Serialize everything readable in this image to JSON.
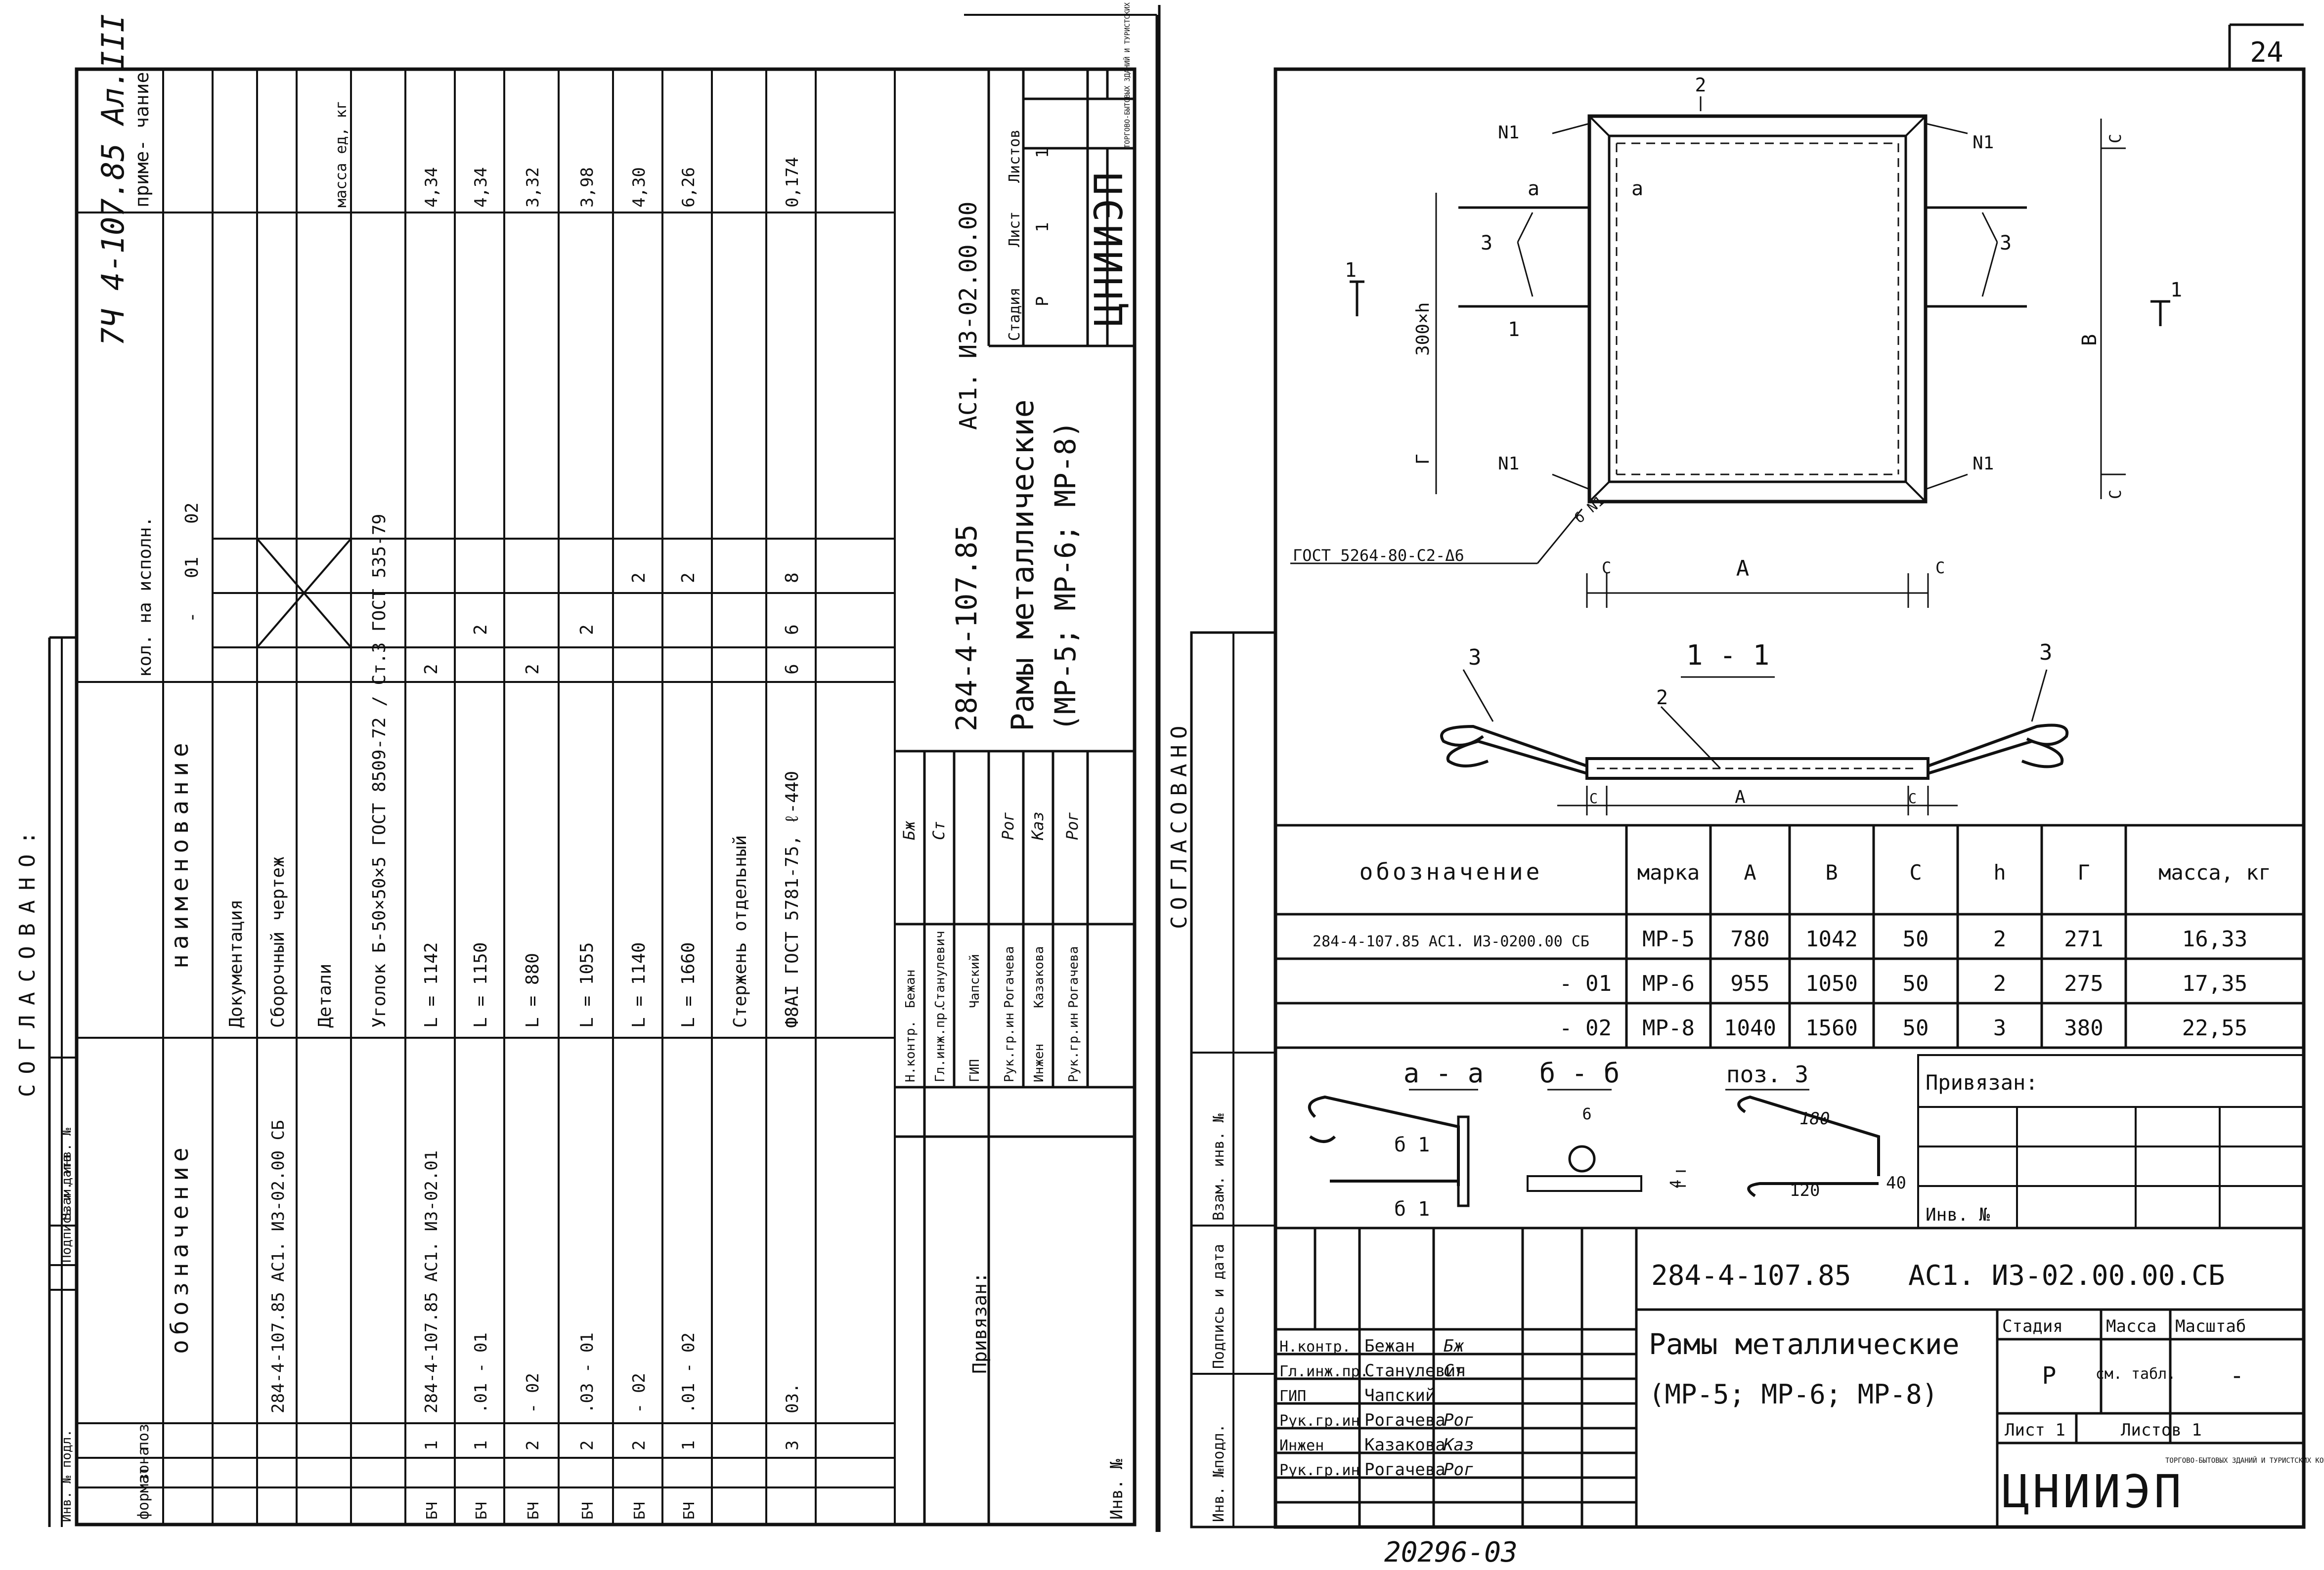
{
  "left_sheet": {
    "stamp_vertical": "7Ч 4-107.85 Ал.III",
    "approval_label": "СОГЛАСОВАНО:",
    "side_columns": [
      "Инв. № подл.",
      "Подпись и дата",
      "Взам. инв. №"
    ],
    "spec_headers": {
      "format": "формат",
      "zone": "зона",
      "pos": "поз",
      "designation": "обозначение",
      "name": "наименование",
      "qty_label": "кол. на исполн.",
      "variants": [
        "-",
        "01",
        "02"
      ],
      "note": "приме- чание",
      "mass_unit": "масса ед, кг"
    },
    "spec_rows": [
      {
        "format": "",
        "pos": "",
        "designation": "",
        "name": "Документация",
        "q0": "",
        "q1": "",
        "q2": "",
        "mass": ""
      },
      {
        "format": "",
        "pos": "",
        "designation": "284-4-107.85 АС1. ИЗ-02.00 СБ",
        "name": "Сборочный чертеж",
        "q0": "",
        "q1": "",
        "q2": "",
        "mass": ""
      },
      {
        "format": "",
        "pos": "",
        "designation": "",
        "name": "Детали",
        "q0": "",
        "q1": "",
        "q2": "",
        "mass": ""
      },
      {
        "format": "",
        "pos": "",
        "designation": "",
        "name": "Уголок Б-50×50×5 ГОСТ 8509-72 / Ст.3 ГОСТ 535-79",
        "q0": "",
        "q1": "",
        "q2": "",
        "mass": ""
      },
      {
        "format": "БЧ",
        "pos": "1",
        "designation": "284-4-107.85 АС1. ИЗ-02.01",
        "name": "L = 1142",
        "q0": "2",
        "q1": "",
        "q2": "",
        "mass": "4,34"
      },
      {
        "format": "БЧ",
        "pos": "1",
        "designation": ".01 - 01",
        "name": "L = 1150",
        "q0": "",
        "q1": "2",
        "q2": "",
        "mass": "4,34"
      },
      {
        "format": "БЧ",
        "pos": "2",
        "designation": "- 02",
        "name": "L = 880",
        "q0": "2",
        "q1": "",
        "q2": "",
        "mass": "3,32"
      },
      {
        "format": "БЧ",
        "pos": "2",
        "designation": ".03 - 01",
        "name": "L = 1055",
        "q0": "",
        "q1": "2",
        "q2": "",
        "mass": "3,98"
      },
      {
        "format": "БЧ",
        "pos": "2",
        "designation": "- 02",
        "name": "L = 1140",
        "q0": "",
        "q1": "",
        "q2": "2",
        "mass": "4,30"
      },
      {
        "format": "БЧ",
        "pos": "1",
        "designation": ".01 - 02",
        "name": "L = 1660",
        "q0": "",
        "q1": "",
        "q2": "2",
        "mass": "6,26"
      },
      {
        "format": "",
        "pos": "",
        "designation": "",
        "name": "Стержень отдельный",
        "q0": "",
        "q1": "",
        "q2": "",
        "mass": ""
      },
      {
        "format": "",
        "pos": "3",
        "designation": "03.",
        "name": "Ф8АI ГОСТ 5781-75, ℓ-440",
        "q0": "6",
        "q1": "6",
        "q2": "8",
        "mass": "0,174"
      }
    ],
    "title_block": {
      "project_code": "284-4-107.85",
      "doc_code": "АС1. ИЗ-02.00.00",
      "title": "Рамы металлические",
      "subtitle": "(МР-5; МР-6; МР-8)",
      "stage_label": "Стадия",
      "sheet_label": "Лист",
      "sheets_label": "Листов",
      "stage": "Р",
      "sheet": "1",
      "sheets": "1",
      "org": "ЦНИИЭП",
      "org_sub": "ТОРГОВО-БЫТОВЫХ ЗДАНИЙ И ТУРИСТСКИХ КОМПЛЕКСОВ",
      "staff": [
        {
          "role": "Н.контр.",
          "name": "Бежан",
          "sign": "Бж"
        },
        {
          "role": "Гл.инж.пр.",
          "name": "Станулевич",
          "sign": "Ст"
        },
        {
          "role": "ГИП",
          "name": "Чапский",
          "sign": ""
        },
        {
          "role": "Рук.гр.ин",
          "name": "Рогачева",
          "sign": "Рог"
        },
        {
          "role": "Инжен",
          "name": "Казакова",
          "sign": "Каз"
        },
        {
          "role": "Рук.гр.ин",
          "name": "Рогачева",
          "sign": "Рог"
        }
      ],
      "attached_label": "Привязан:",
      "inv_label": "Инв. №"
    }
  },
  "right_sheet": {
    "page_number": "24",
    "approval_label": "СОГЛАСОВАНО",
    "side_columns": [
      "Инв. №подл.",
      "Подпись и дата",
      "Взам. инв. №"
    ],
    "drawing_labels": {
      "leader_2": "2",
      "leader_3_left": "3",
      "leader_3_right": "3",
      "weld_n1": "N1",
      "cut_a": "а",
      "cut_1": "1",
      "dim_300h": "300×h",
      "dim_g": "Г",
      "dim_v": "В",
      "dim_a": "А",
      "dim_c": "С",
      "weld_note": "ГОСТ 5264-80-С2-Δ6",
      "weld_bn1": "б N1",
      "section_title": "1 - 1",
      "sec_label_2": "2",
      "sec_label_3a": "3",
      "sec_label_3b": "3"
    },
    "params_headers": [
      "обозначение",
      "марка",
      "А",
      "В",
      "С",
      "h",
      "Г",
      "масса, кг"
    ],
    "params_rows": [
      [
        "284-4-107.85 АС1. ИЗ-0200.00 СБ",
        "МР-5",
        "780",
        "1042",
        "50",
        "2",
        "271",
        "16,33"
      ],
      [
        "- 01",
        "МР-6",
        "955",
        "1050",
        "50",
        "2",
        "275",
        "17,35"
      ],
      [
        "- 02",
        "МР-8",
        "1040",
        "1560",
        "50",
        "3",
        "380",
        "22,55"
      ]
    ],
    "details": {
      "aa_title": "а - а",
      "bb_title": "б - б",
      "pos3_title": "поз. 3",
      "b1": "б 1",
      "dim_6": "6",
      "dim_4": "4",
      "dim_180": "180",
      "dim_120": "120",
      "dim_40": "40"
    },
    "attached_label": "Привязан:",
    "inv_label": "Инв. №",
    "title_block": {
      "project_code": "284-4-107.85",
      "doc_code": "АС1. ИЗ-02.00.00.СБ",
      "title": "Рамы металлические",
      "subtitle": "(МР-5; МР-6; МР-8)",
      "stage_label": "Стадия",
      "mass_label": "Масса",
      "scale_label": "Масштаб",
      "stage": "Р",
      "mass": "см. табл.",
      "scale": "-",
      "sheet_label": "Лист 1",
      "sheets_label": "Листов 1",
      "org": "ЦНИИЭП",
      "org_sub": "ТОРГОВО-БЫТОВЫХ ЗДАНИЙ И ТУРИСТСКИХ КОМПЛЕКСОВ",
      "staff": [
        {
          "role": "Н.контр.",
          "name": "Бежан",
          "sign": "Бж"
        },
        {
          "role": "Гл.инж.пр.",
          "name": "Станулевич",
          "sign": "Ст"
        },
        {
          "role": "ГИП",
          "name": "Чапский",
          "sign": ""
        },
        {
          "role": "Рук.гр.ин",
          "name": "Рогачева",
          "sign": "Рог"
        },
        {
          "role": "Инжен",
          "name": "Казакова",
          "sign": "Каз"
        },
        {
          "role": "Рук.гр.ин",
          "name": "Рогачева",
          "sign": "Рог"
        }
      ]
    }
  },
  "bottom_number": "20296-03"
}
